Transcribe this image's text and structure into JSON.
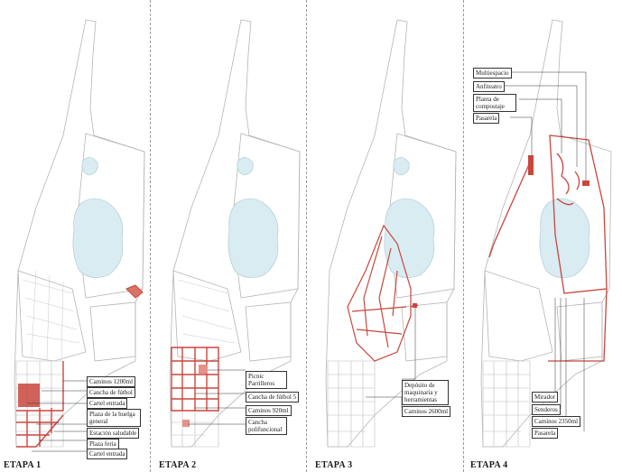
{
  "stages": [
    {
      "title": "ETAPA 1",
      "labels": [
        "Caminos 1200ml",
        "Cancha de fútbol",
        "Cartel entrada",
        "Plaza de la huelga general",
        "Estación saludable",
        "Plaza feria",
        "Cartel entrada"
      ]
    },
    {
      "title": "ETAPA 2",
      "labels": [
        "Picnic Parrilleros",
        "Cancha de fútbol 5",
        "Caminos 920ml",
        "Cancha polifuncional"
      ]
    },
    {
      "title": "ETAPA 3",
      "labels": [
        "Depósito de maquinaria y herramientas",
        "Caminos 2600ml"
      ]
    },
    {
      "title": "ETAPA 4",
      "labels": [
        "Multiespacio",
        "Anfiteatro",
        "Planta de compostaje",
        "Pasarela",
        "Mirador",
        "Senderos",
        "Caminos 2350ml",
        "Pasarela"
      ]
    }
  ],
  "colors": {
    "highlight": "#c9463d",
    "highlight_fill": "#e8918a",
    "lake": "#d8ecf2",
    "base": "#b7b7b7"
  }
}
